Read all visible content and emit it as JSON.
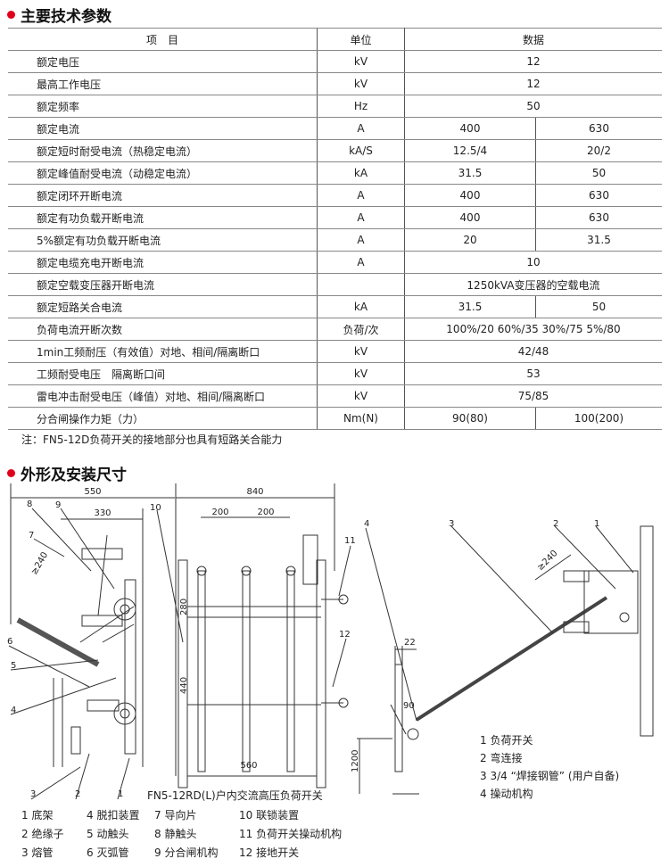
{
  "section1": {
    "title": "主要技术参数"
  },
  "table": {
    "headers": [
      "项　目",
      "单位",
      "数据"
    ],
    "rows": [
      {
        "item": "额定电压",
        "unit": "kV",
        "values": [
          "12"
        ]
      },
      {
        "item": "最高工作电压",
        "unit": "kV",
        "values": [
          "12"
        ]
      },
      {
        "item": "额定频率",
        "unit": "Hz",
        "values": [
          "50"
        ]
      },
      {
        "item": "额定电流",
        "unit": "A",
        "values": [
          "400",
          "630"
        ]
      },
      {
        "item": "额定短时耐受电流（热稳定电流）",
        "unit": "kA/S",
        "values": [
          "12.5/4",
          "20/2"
        ]
      },
      {
        "item": "额定峰值耐受电流（动稳定电流）",
        "unit": "kA",
        "values": [
          "31.5",
          "50"
        ]
      },
      {
        "item": "额定闭环开断电流",
        "unit": "A",
        "values": [
          "400",
          "630"
        ]
      },
      {
        "item": "额定有功负载开断电流",
        "unit": "A",
        "values": [
          "400",
          "630"
        ]
      },
      {
        "item": "5%额定有功负载开断电流",
        "unit": "A",
        "values": [
          "20",
          "31.5"
        ]
      },
      {
        "item": "额定电缆充电开断电流",
        "unit": "A",
        "values": [
          "10"
        ]
      },
      {
        "item": "额定空载变压器开断电流",
        "unit": "",
        "values": [
          "1250kVA变压器的空载电流"
        ]
      },
      {
        "item": "额定短路关合电流",
        "unit": "kA",
        "values": [
          "31.5",
          "50"
        ]
      },
      {
        "item": "负荷电流开断次数",
        "unit": "负荷/次",
        "values": [
          "100%/20 60%/35 30%/75 5%/80"
        ]
      },
      {
        "item": "1min工频耐压（有效值）对地、相间/隔离断口",
        "unit": "kV",
        "values": [
          "42/48"
        ]
      },
      {
        "item": "工频耐受电压　隔离断口间",
        "unit": "kV",
        "values": [
          "53"
        ]
      },
      {
        "item": "雷电冲击耐受电压（峰值）对地、相间/隔离断口",
        "unit": "kV",
        "values": [
          "75/85"
        ]
      },
      {
        "item": "分合闸操作力矩（力）",
        "unit": "Nm(N)",
        "values": [
          "90(80)",
          "100(200)"
        ]
      }
    ]
  },
  "note": "注：FN5-12D负荷开关的接地部分也具有短路关合能力",
  "section2": {
    "title": "外形及安装尺寸"
  },
  "diagram": {
    "dimensions": {
      "d550": "550",
      "d330": "330",
      "d240a": "≥240",
      "d840": "840",
      "d200a": "200",
      "d200b": "200",
      "d280": "280",
      "d440": "440",
      "d560": "560",
      "d240b": "≥240",
      "d22": "22",
      "d90": "90",
      "d1200": "1200"
    },
    "callouts_left": [
      "1",
      "2",
      "3",
      "4",
      "5",
      "6",
      "7",
      "8",
      "9",
      "10",
      "11",
      "12"
    ],
    "callouts_right": [
      "1",
      "2",
      "3",
      "4"
    ],
    "caption": "FN5-12RD(L)户内交流高压负荷开关"
  },
  "legend_left": [
    [
      "1 底架",
      "4 脱扣装置",
      "7 导向片",
      "10 联锁装置"
    ],
    [
      "2 绝缘子",
      "5 动触头",
      "8 静触头",
      "11 负荷开关操动机构"
    ],
    [
      "3 熔管",
      "6 灭弧管",
      "9 分合闸机构",
      "12 接地开关"
    ]
  ],
  "legend_right": [
    "1 负荷开关",
    "2 弯连接",
    "3 3/4 “焊接钢管” (用户自备)",
    "4 操动机构"
  ]
}
